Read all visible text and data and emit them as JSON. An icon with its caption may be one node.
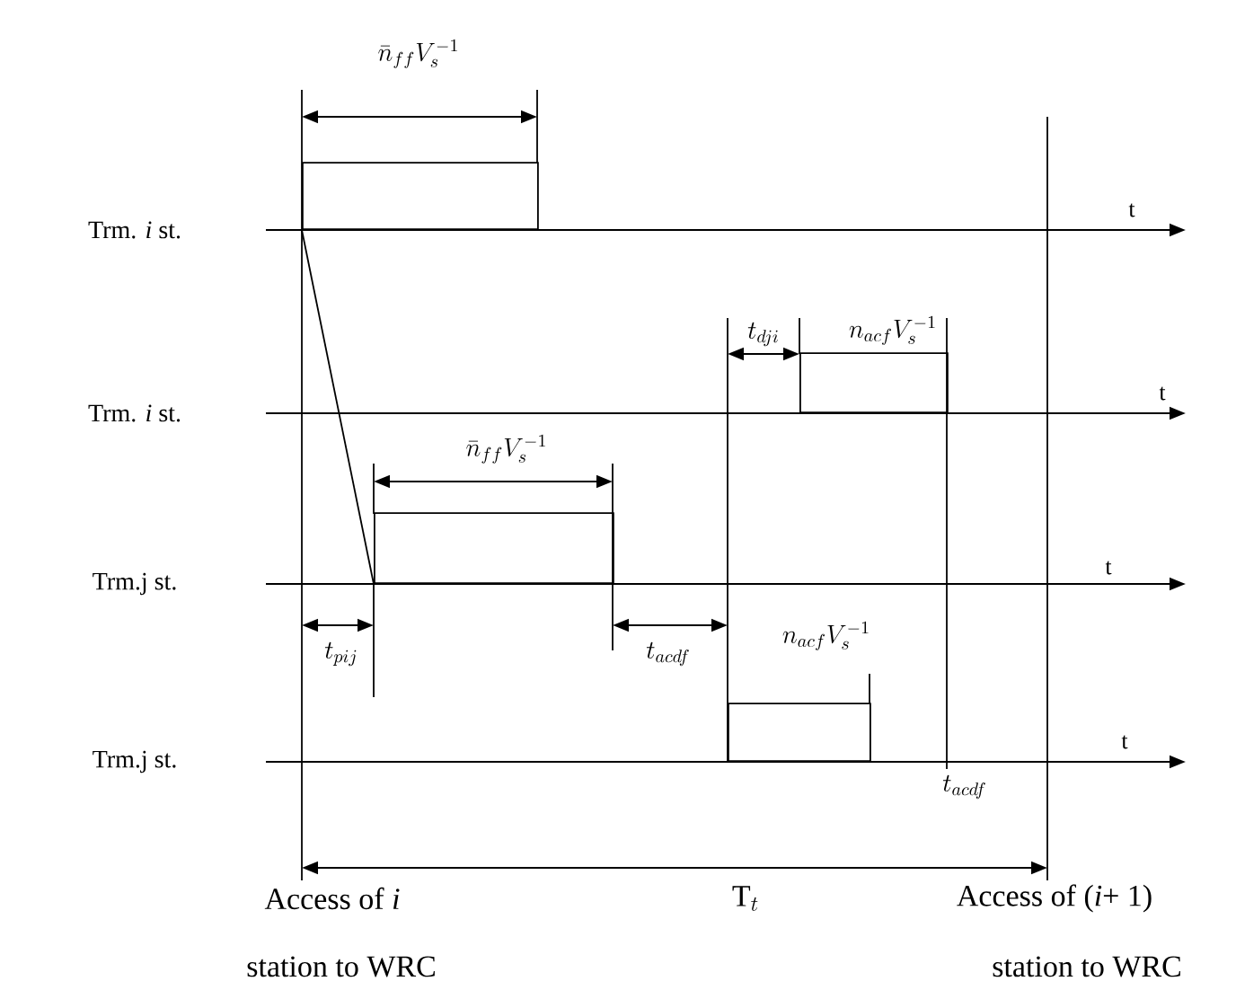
{
  "diagram": {
    "nodes": [
      {
        "text": [],
        "shape": "box"
      },
      {
        "text": [],
        "shape": "box",
        "beside": [
          "n_{acf}V_s^{-1}"
        ]
      },
      {
        "text": [],
        "shape": "box",
        "beside": [
          "\\bar{n}_{ff}V_s^{-1}"
        ]
      },
      {
        "text": [],
        "shape": "box",
        "beside": [
          "n_{acf}V_s^{-1}"
        ]
      }
    ],
    "edges": [
      {
        "from": 0,
        "to": 2,
        "arrow": "none"
      }
    ],
    "labels": [
      "\\bar{n}_{ff}V_s^{-1}",
      "Trm. *i* st.",
      "t",
      "t_{dji}",
      "Trm. *i* st.",
      "t",
      "Trm.j st.",
      "t",
      "t_{pij}",
      "t_{acdf}",
      "Trm.j st.",
      "t_{acdf}",
      "t",
      "Access of *i*",
      "\\mathrm{T}_t",
      "Access of (*i*+ 1)",
      "station to WRC",
      "station to WRC"
    ]
  }
}
